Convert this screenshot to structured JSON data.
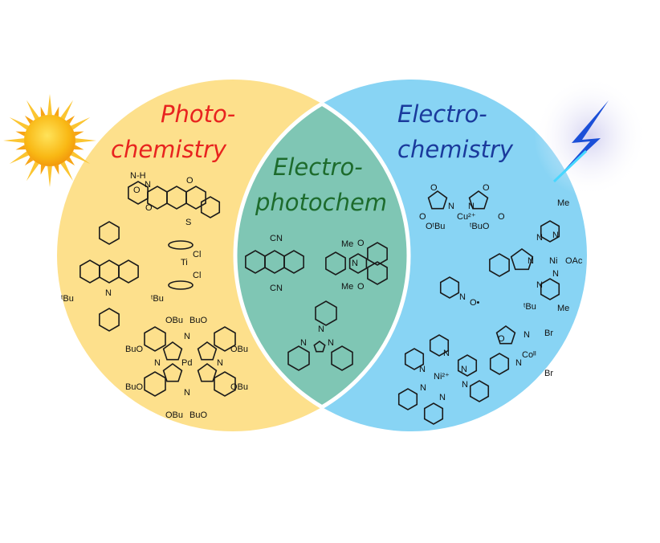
{
  "regions": {
    "photo": {
      "title_line1": "Photo-",
      "title_line2": "chemistry",
      "color": "#fde08c",
      "title_color": "#e8231f"
    },
    "electrophoto": {
      "title_line1": "Electro-",
      "title_line2": "photochem",
      "color": "#7fc6b4",
      "title_color": "#1d6b2c"
    },
    "electro": {
      "title_line1": "Electro-",
      "title_line2": "chemistry",
      "color": "#88d4f4",
      "title_color": "#1a3a9c"
    }
  },
  "icons": {
    "sun": "sun-icon",
    "lightning": "lightning-bolt-icon"
  },
  "molecule_labels": {
    "thioxanthone": [
      "N-H",
      "O",
      "N",
      "O",
      "O",
      "S"
    ],
    "acridinium": [
      "ᵗBu",
      "N",
      "ᵗBu"
    ],
    "titanocene": [
      "Ti",
      "Cl",
      "Cl"
    ],
    "phthalocyanine": [
      "OBu",
      "BuO",
      "BuO",
      "OBu",
      "Pd",
      "N",
      "N",
      "N",
      "N",
      "BuO",
      "OBu",
      "OBu",
      "BuO"
    ],
    "dicyanoanthracene": [
      "CN",
      "CN"
    ],
    "naphthalimide": [
      "Me",
      "O",
      "N",
      "Me",
      "O"
    ],
    "cyclopropenium": [
      "N",
      "N",
      "N"
    ],
    "cu_box": [
      "O",
      "O",
      "N",
      "N",
      "Cu²⁺",
      "O",
      "O",
      "OᵗBu",
      "ᵗBuO"
    ],
    "ni_bpi": [
      "Me",
      "N",
      "N",
      "N",
      "Ni",
      "OAc",
      "N",
      "N",
      "Me"
    ],
    "abno": [
      "N",
      "O•"
    ],
    "ni_bpy": [
      "N",
      "N",
      "N",
      "Ni²⁺",
      "N",
      "N",
      "N"
    ],
    "co_pyox": [
      "ᵗBu",
      "O",
      "N",
      "Coᴵᴵ",
      "Br",
      "Br",
      "N"
    ]
  }
}
